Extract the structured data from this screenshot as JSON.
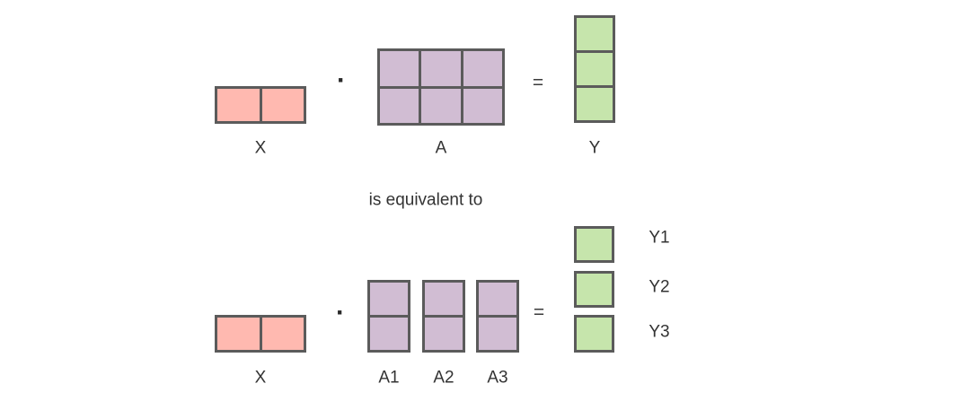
{
  "colors": {
    "background": "#ffffff",
    "pink_fill": "#ffb9b0",
    "purple_fill": "#d1bdd3",
    "green_fill": "#c6e5ac",
    "stroke": "#5b5b5b",
    "text": "#333333"
  },
  "equation_top": {
    "x": {
      "label": "X",
      "rows": 1,
      "cols": 2
    },
    "operator_multiply": "·",
    "a": {
      "label": "A",
      "rows": 2,
      "cols": 3
    },
    "operator_equals": "=",
    "y": {
      "label": "Y",
      "rows": 3,
      "cols": 1
    }
  },
  "connector_text": "is equivalent to",
  "equation_bottom": {
    "x": {
      "label": "X",
      "rows": 1,
      "cols": 2
    },
    "operator_multiply": "·",
    "a_blocks": [
      {
        "label": "A1",
        "rows": 2,
        "cols": 1
      },
      {
        "label": "A2",
        "rows": 2,
        "cols": 1
      },
      {
        "label": "A3",
        "rows": 2,
        "cols": 1
      }
    ],
    "operator_equals": "=",
    "y_blocks": [
      {
        "label": "Y1",
        "rows": 1,
        "cols": 1
      },
      {
        "label": "Y2",
        "rows": 1,
        "cols": 1
      },
      {
        "label": "Y3",
        "rows": 1,
        "cols": 1
      }
    ]
  }
}
